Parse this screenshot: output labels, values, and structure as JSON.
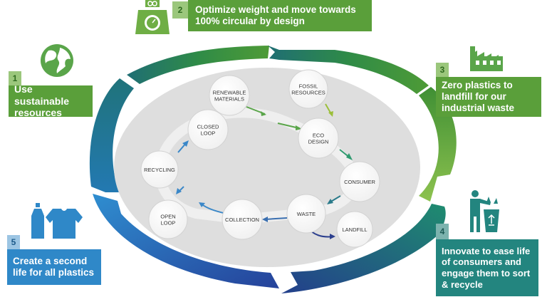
{
  "colors": {
    "green": "#5a9f3a",
    "light_green_num": "#9bc77c",
    "teal": "#23857f",
    "teal_num": "#7cb3ae",
    "blue": "#2f88c8",
    "blue_num": "#9cc5e3",
    "navy": "#2c3f8e",
    "ellipse_fill": "#dedede",
    "node_fill": "#ffffff",
    "inner_path": "#ececec"
  },
  "steps": [
    {
      "number": "1",
      "text": "Use sustainable resources",
      "icon": "globe-icon"
    },
    {
      "number": "2",
      "text": "Optimize weight and move towards 100% circular by design",
      "icon": "scale-icon"
    },
    {
      "number": "3",
      "text": "Zero plastics to landfill for our industrial waste",
      "icon": "factory-icon"
    },
    {
      "number": "4",
      "text": "Innovate to ease life of consumers and engage them to sort & recycle",
      "icon": "recycling-person-icon"
    },
    {
      "number": "5",
      "text": "Create a second life for all plastics",
      "icon": "bottle-tshirt-icon"
    }
  ],
  "nodes": [
    {
      "id": "renewable",
      "lines": [
        "RENEWABLE",
        "MATERIALS"
      ]
    },
    {
      "id": "fossil",
      "lines": [
        "FOSSIL",
        "RESOURCES"
      ]
    },
    {
      "id": "eco",
      "lines": [
        "ECO",
        "DESIGN"
      ]
    },
    {
      "id": "consumer",
      "lines": [
        "CONSUMER"
      ]
    },
    {
      "id": "landfill",
      "lines": [
        "LANDFILL"
      ]
    },
    {
      "id": "waste",
      "lines": [
        "WASTE"
      ]
    },
    {
      "id": "collection",
      "lines": [
        "COLLECTION"
      ]
    },
    {
      "id": "openloop",
      "lines": [
        "OPEN",
        "LOOP"
      ]
    },
    {
      "id": "recycling",
      "lines": [
        "RECYCLING"
      ]
    },
    {
      "id": "closedloop",
      "lines": [
        "CLOSED",
        "LOOP"
      ]
    }
  ]
}
